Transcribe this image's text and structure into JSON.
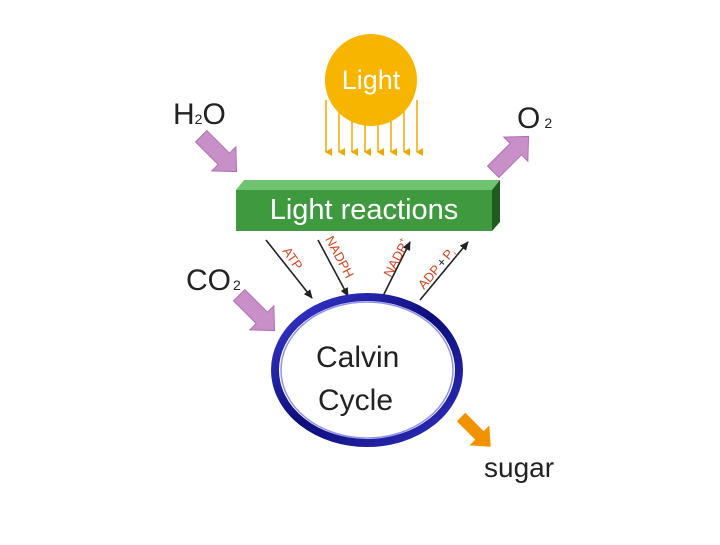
{
  "sun": {
    "label": "Light",
    "color": "#f7b500",
    "ray_color": "#f0a800"
  },
  "inputs": {
    "water": {
      "base": "H",
      "sub": "2",
      "tail": "O"
    },
    "co2": {
      "base": "CO",
      "sub": "2"
    }
  },
  "outputs": {
    "oxygen": {
      "base": "O",
      "sub": "2"
    },
    "sugar": {
      "label": "sugar"
    }
  },
  "light_reactions": {
    "label": "Light reactions",
    "color": "#3f9a3f"
  },
  "calvin_cycle": {
    "line1": "Calvin",
    "line2": "Cycle",
    "ring_color": "#1a1aa8"
  },
  "carriers": {
    "atp": "ATP",
    "nadph": {
      "base": "NADPH",
      "sub": ""
    },
    "nadp": {
      "base": "NADP",
      "sup": "+"
    },
    "adp": "ADP",
    "plus": "+",
    "pi": "P",
    "pi_sub": "i"
  },
  "colors": {
    "input_arrow": "#c98fc9",
    "sugar_arrow": "#f39200",
    "carrier_text": "#d9431f",
    "carrier_arrow": "#222222",
    "text": "#222222"
  }
}
